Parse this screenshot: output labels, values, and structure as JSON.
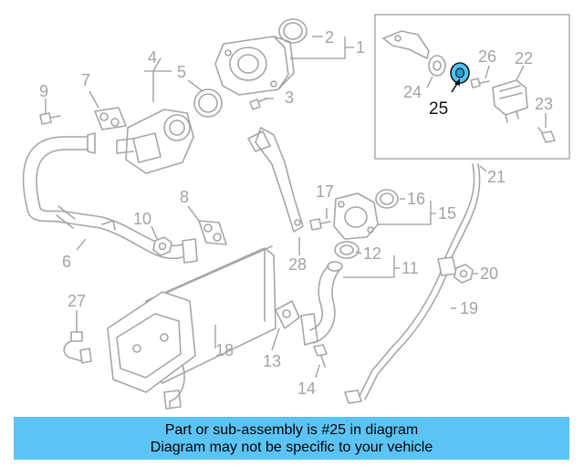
{
  "callouts": [
    {
      "id": "1",
      "label": "1"
    },
    {
      "id": "2",
      "label": "2"
    },
    {
      "id": "3",
      "label": "3"
    },
    {
      "id": "4",
      "label": "4"
    },
    {
      "id": "5",
      "label": "5"
    },
    {
      "id": "6",
      "label": "6"
    },
    {
      "id": "7",
      "label": "7"
    },
    {
      "id": "8",
      "label": "8"
    },
    {
      "id": "9",
      "label": "9"
    },
    {
      "id": "10",
      "label": "10"
    },
    {
      "id": "11",
      "label": "11"
    },
    {
      "id": "12",
      "label": "12"
    },
    {
      "id": "13",
      "label": "13"
    },
    {
      "id": "14",
      "label": "14"
    },
    {
      "id": "15",
      "label": "15"
    },
    {
      "id": "16",
      "label": "16"
    },
    {
      "id": "17",
      "label": "17"
    },
    {
      "id": "18",
      "label": "18"
    },
    {
      "id": "19",
      "label": "19"
    },
    {
      "id": "20",
      "label": "20"
    },
    {
      "id": "21",
      "label": "21"
    },
    {
      "id": "22",
      "label": "22"
    },
    {
      "id": "23",
      "label": "23"
    },
    {
      "id": "24",
      "label": "24"
    },
    {
      "id": "25",
      "label": "25"
    },
    {
      "id": "26",
      "label": "26"
    },
    {
      "id": "27",
      "label": "27"
    },
    {
      "id": "28",
      "label": "28"
    }
  ],
  "highlighted_part": "25",
  "colors": {
    "banner_bg": "#5bc4f5",
    "highlight": "#4fc3f7",
    "line_art": "#a6a6a6"
  },
  "banner": {
    "line1": "Part or sub-assembly is #25 in diagram",
    "line2": "Diagram may not be specific to your vehicle"
  }
}
